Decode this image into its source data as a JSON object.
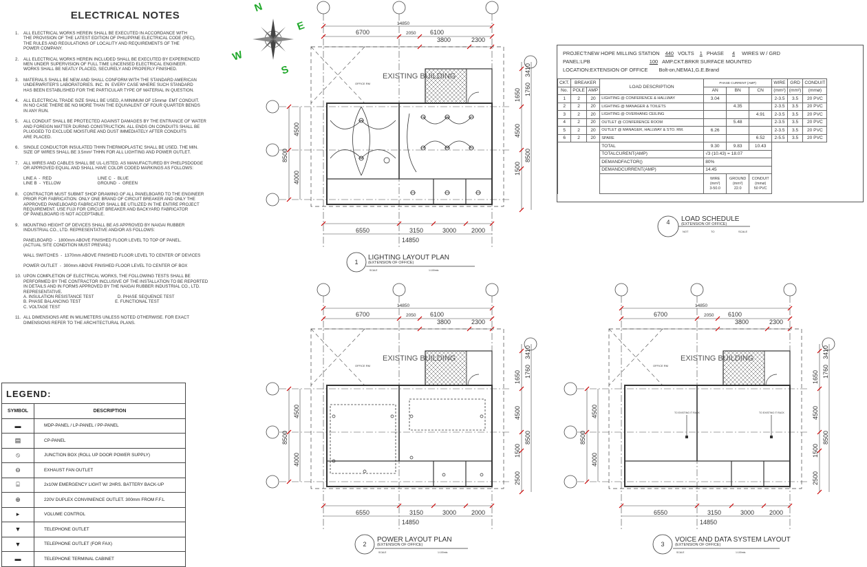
{
  "notes": {
    "title": "ELECTRICAL NOTES",
    "items": [
      {
        "num": "1.",
        "text": "ALL ELECTRICAL WORKS HEREIN SHALL BE EXECUTED IN ACCORDANCE WITH\nTHE PROVISION OF THE LATEST EDITION OF PHILIPPINE ELECTRICAL CODE (PEC),\nTHE RULES AND REGULATIONS OF LOCALITY AND REQUIREMENTS OF THE\nPOWER COMPANY."
      },
      {
        "num": "2.",
        "text": "ALL ELECTRICAL WORKS HEREIN INCLUDED SHALL BE EXECUTED BY EXPERIENCED\nMEN UNDER SUPERVISION OF FULL TIME LINCENSED ELECTRICAL ENGINEER.\nWORKS SHALL BE NEATLY PLACED, SECURELY AND PROPERLY FINISHED."
      },
      {
        "num": "3.",
        "text": "MATERIALS SHALL BE NEW AND SHALL CONFORM WITH THE STANDARD AMERICAN\nUNDERWRITER'S LABORATORIES. INC. IN  EVERY CASE WHERE SUCH STANDARD\nHAS BEEN ESTABLISHED FOR THE PARTICULAR TYPE OF MATERIAL IN QUESTION."
      },
      {
        "num": "4.",
        "text": "ALL ELECTRICAL TRADE SIZE SHALL BE USED, A MINIMUM OF 15mmø  EMT CONDUIT.\nIN NO CASE THERE BE NO MORE THAN THE EQUIVALENT OF FOUR QUARTER BENDS\nIN ANY RUN."
      },
      {
        "num": "5.",
        "text": "ALL CONDUIT SHALL BE PROTECTED AGAINST DAMAGES BY THE ENTRANCE OF WATER\nAND FOREIGN MATTER DURING CONSTRUCTION. ALL ENDS ON CONDUITS SHALL BE\nPLUGGED TO EXCLUDE MOISTURE AND DUST IMMEDIATELY AFTER CONDUITS\nARE PLACED."
      },
      {
        "num": "6.",
        "text": "SINGLE CONDUCTOR INSULATED THHN THERMOPLASTIC SHALL BE USED. THE MIN.\nSIZE OF WIRES SHALL BE 3.5mm² THHN FOR ALL LIGHTING AND POWER OUTLET."
      },
      {
        "num": "7.",
        "text": "ALL WIRES AND CABLES SHALL BE UL-LISTED. AS MANUFACTURED BY PHELPSDODGE\nOR APPROVED EQUAL AND SHALL HAVE COLOR CODED MARKINGS AS FOLLOWS:\n\nLINE A  -  RED                                       LINE C  -  BLUE\nLINE B  -  YELLOW                               GROUND  -  GREEN"
      },
      {
        "num": "8.",
        "text": "CONTRACTOR MUST SUBMIT SHOP DRAWING OF ALL PANELBOARD TO THE ENGINEER\nPRIOR FOR FABRICATION. ONLY ONE BRAND OF CIRCUIT BREAKER AND ONLY THE\nAPPROVED PANELBOARD FABRICATOR SHALL BE UTILIZED IN THE ENTIRE PROJECT\nREQUIREMENT. USE FUJI FOR CIRCUIT BREAKER AND BACKYARD FABRICATOR\nOF PANELBOARD IS NOT ACCEPTABLE."
      },
      {
        "num": "9.",
        "text": "MOUNTING HEIGHT OF DEVICES SHALL BE AS APPROVED BY NAIGAI RUBBER\nINDUSTRIAL CO., LTD. REPRESENTATIVE AND/OR AS FOLLOWS:\n\nPANELBOARD  -  1800mm ABOVE FINISHED FLOOR LEVEL TO TOP OF PANEL.\n(ACTUAL SITE CONDITION MUST PREVAIL)\n\nWALL SWITCHES  -  1370mm ABOVE FINISHED FLOOR LEVEL TO CENTER OF DEVICES\n\nPOWER OUTLET  -  300mm ABOVE FINISHED FLOOR LEVEL TO CENTER OF BOX"
      },
      {
        "num": "10.",
        "text": "UPON COMPLETION OF ELECTRICAL WORKS, THE FOLLOWING TESTS SHALL BE\nPERFORMED BY THE CONTRACTOR INCLUSIVE OF THE INSTALLATION TO BE REPORTED\nIN DETAILS AND IN FORMS APPROVED BY THE NAIGAI RUBBER INDUSTRIAL CO., LTD.\nREPRESENTATIVE.\nA. INSULATION RESISTANCE TEST                    D. PHASE SEQUENCE TEST\nB. PHASE BALANCING TEST                             E. FUNCTIONAL TEST\nC. VOLTAGE TEST"
      },
      {
        "num": "11.",
        "text": "ALL DIMENSIONS ARE IN MILIMETERS UNLESS NOTED OTHERWISE. FOR EXACT\nDIMENSIONS REFER TO THE ARCHITECTURAL PLANS."
      }
    ]
  },
  "legend": {
    "title": "LEGEND:",
    "col_symbol": "SYMBOL",
    "col_description": "DESCRIPTION",
    "rows": [
      {
        "icon": "panel-icon",
        "desc": "MDP-PANEL / LP-PANEL / PP-PANEL"
      },
      {
        "icon": "cp-panel-icon",
        "desc": "CP-PANEL"
      },
      {
        "icon": "junction-box-icon",
        "desc": "JUNCTION BOX (ROLL UP DOOR POWER SUPPLY)"
      },
      {
        "icon": "exhaust-fan-icon",
        "desc": "EXHAUST FAN OUTLET"
      },
      {
        "icon": "emergency-light-icon",
        "desc": "2x10W EMERGENCY LIGHT W/ 2HRS. BATTERY BACK-UP"
      },
      {
        "icon": "duplex-outlet-icon",
        "desc": "220V DUPLEX CONVINIENCE OUTLET. 300mm FROM F.F.L"
      },
      {
        "icon": "volume-control-icon",
        "desc": "VOLUME CONTROL"
      },
      {
        "icon": "telephone-outlet-icon",
        "desc": "TELEPHONE OUTLET"
      },
      {
        "icon": "telephone-fax-icon",
        "desc": "TELEPHONE OUTLET (FOR FAX)"
      },
      {
        "icon": "terminal-cabinet-icon",
        "desc": "TELEPHONE TERMINAL CABINET"
      }
    ]
  },
  "schedule": {
    "project_label": "PROJECT:NEW HOPE MILLING STATION",
    "volts": "440",
    "volts_label": "VOLTS",
    "phase": "1",
    "phase_label": "PHASE",
    "wires": "4",
    "wires_label": "WIRES W / GRD",
    "panel_label": "PANEL:LPB",
    "amp": "100",
    "amp_label": "AMP.CKT.BRKR SURFACE MOUNTED",
    "location_label": "LOCATION:EXTENSION OF OFFICE",
    "enclosure": "Bolt-on,NEMA1,G.E.Brand",
    "headers": {
      "ckt": "CKT.",
      "no": "No.",
      "breaker": "BREAKER",
      "pole": "POLE",
      "amp": "AMP",
      "load": "LOAD DESCRIPTION",
      "phase_current": "PHASE CURRENT (AMP)",
      "an": "AN",
      "bn": "BN",
      "cn": "CN",
      "wire": "WIRE",
      "wire_unit": "(mm²)",
      "grd": "GRD",
      "grd_unit": "(mm²)",
      "conduit": "CONDUIT",
      "conduit_unit": "(mmø)"
    },
    "rows": [
      {
        "no": "1",
        "pole": "2",
        "amp": "20",
        "desc": "LIGHTING @ CONFERENCE & HALLWAY",
        "an": "3.04",
        "bn": "",
        "cn": "",
        "wire": "2-3.5",
        "grd": "3.5",
        "conduit": "20 PVC"
      },
      {
        "no": "2",
        "pole": "2",
        "amp": "20",
        "desc": "LIGHTING @ MANAGER & TOILETS",
        "an": "",
        "bn": "4.35",
        "cn": "",
        "wire": "2-3.5",
        "grd": "3.5",
        "conduit": "20 PVC"
      },
      {
        "no": "3",
        "pole": "2",
        "amp": "20",
        "desc": "LIGHTING @ OVERHANG CEILING",
        "an": "",
        "bn": "",
        "cn": "4.91",
        "wire": "2-3.5",
        "grd": "3.5",
        "conduit": "20 PVC"
      },
      {
        "no": "4",
        "pole": "2",
        "amp": "20",
        "desc": "OUTLET @ CONFERENCE ROOM",
        "an": "",
        "bn": "5.48",
        "cn": "",
        "wire": "2-3.5",
        "grd": "3.5",
        "conduit": "20 PVC"
      },
      {
        "no": "5",
        "pole": "2",
        "amp": "20",
        "desc": "OUTLET @ MANAGER, HALLWAY & STO. RM.",
        "an": "6.26",
        "bn": "",
        "cn": "",
        "wire": "2-3.5",
        "grd": "3.5",
        "conduit": "20 PVC"
      },
      {
        "no": "6",
        "pole": "2",
        "amp": "20",
        "desc": "SPARE",
        "an": "",
        "bn": "",
        "cn": "6.52",
        "wire": "2-5.5",
        "grd": "3.5",
        "conduit": "20 PVC"
      }
    ],
    "total_label": "TOTAL",
    "total_an": "9.30",
    "total_bn": "9.83",
    "total_cn": "10.43",
    "total_current_label": "TOTALCURENT(AMP)",
    "total_current_value": "√3 (10.43) = 18.07",
    "demand_factor_label": "DEMANDFACTOR()",
    "demand_factor_value": "80%",
    "demand_current_label": "DEMANDCURRENT(AMP)",
    "demand_current_value": "14.45",
    "feeder": {
      "wire": "WIRE",
      "wire_unit": "(mm²)",
      "wire_value": "3-50.0",
      "ground": "GROUND",
      "ground_unit": "(mm²)",
      "ground_value": "22.0",
      "conduit": "CONDUIT",
      "conduit_unit": "(mmø)",
      "conduit_value": "50 PVC"
    }
  },
  "schedule_caption": {
    "num": "4",
    "title": "LOAD SCHEDULE",
    "sub": "(EXTENSION OF OFFICE)",
    "a": "NOT",
    "b": "TO",
    "c": "SCALE"
  },
  "compass": {
    "n": "N",
    "e": "E",
    "s": "S",
    "w": "W"
  },
  "plans": [
    {
      "num": "1",
      "title": "LIGHTING LAYOUT PLAN",
      "sub": "(EXTENSION OF OFFICE)",
      "scale_l": "SCALE",
      "scale_r": "1:100mts",
      "room": "OFFICE RM"
    },
    {
      "num": "2",
      "title": "POWER LAYOUT PLAN",
      "sub": "(EXTENSION OF OFFICE)",
      "scale_l": "SCALE",
      "scale_r": "1:100mts",
      "room": "OFFICE RM"
    },
    {
      "num": "3",
      "title": "VOICE AND DATA SYSTEM LAYOUT",
      "sub": "(EXTENSION OF OFFICE)",
      "scale_l": "SCALE",
      "scale_r": "1:100mts",
      "room": "OFFICE RM"
    }
  ],
  "plan_dims": {
    "total": "14850",
    "top_a": "6700",
    "top_b": "6100",
    "top_c": "2050",
    "top_d": "3800",
    "top_e": "2300",
    "bot_a": "6550",
    "bot_b": "3150",
    "bot_c": "3000",
    "bot_d": "2000",
    "left_a": "4500",
    "left_b": "4000",
    "left_total": "8500",
    "right_a": "1650",
    "right_b": "4500",
    "right_c": "1500",
    "right_d": "2500",
    "right_e": "1760",
    "right_f": "3410",
    "right_total": "8500",
    "existing": "EXISTING BUILDING"
  },
  "voice_labels": {
    "a": "TO EXISTING\nIT RACK",
    "b": "TO EXISTING\nIT RACK"
  }
}
